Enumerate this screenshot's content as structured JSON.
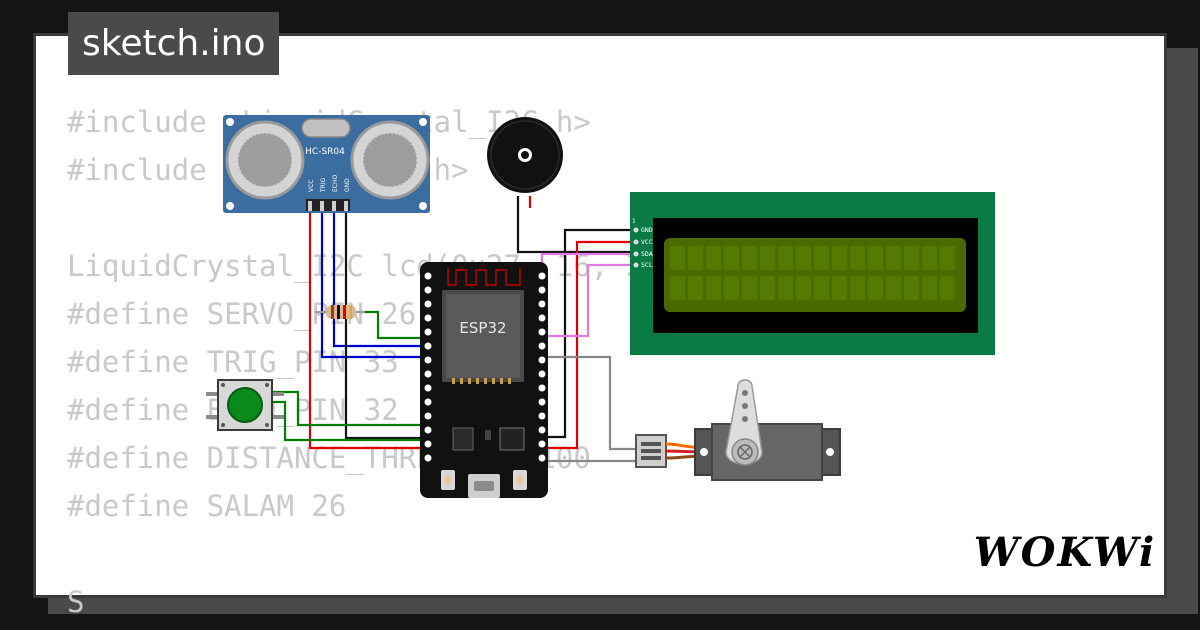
{
  "file": {
    "name": "sketch.ino"
  },
  "code_lines": [
    "#include <LiquidCrystal_I2C.h>",
    "#include <ESP32Servo.h>",
    "",
    "LiquidCrystal_I2C lcd(0x27, 16, 2);",
    "#define SERVO_PIN 26",
    "#define TRIG_PIN 33",
    "#define ECHO_PIN 32",
    "#define DISTANCE_THRESHOLD 100",
    "#define SALAM 26",
    "",
    "S"
  ],
  "components": {
    "ultrasonic": {
      "label": "HC-SR04",
      "pins": [
        "VCC",
        "TRIG",
        "ECHO",
        "GND"
      ]
    },
    "mcu": {
      "label": "ESP32"
    },
    "lcd": {
      "pin_number": "1",
      "pins": [
        "GND",
        "VCC",
        "SDA",
        "SCL"
      ]
    }
  },
  "brand": {
    "logo_text": "WOKWi"
  },
  "colors": {
    "page_background": "#141414",
    "panel_background": "#ffffff",
    "tab_background": "#4a4a4a",
    "code_text": "#c9c9c9",
    "wire_red": "#e00000",
    "wire_blue": "#0000cc",
    "wire_black": "#111111",
    "wire_green": "#008000",
    "wire_pink": "#e07ae0",
    "wire_gray": "#888888",
    "lcd_board": "#0a7a44",
    "lcd_screen": "#4a6a00",
    "sensor_board": "#3b6da0",
    "button_cap": "#0a8a1a"
  }
}
